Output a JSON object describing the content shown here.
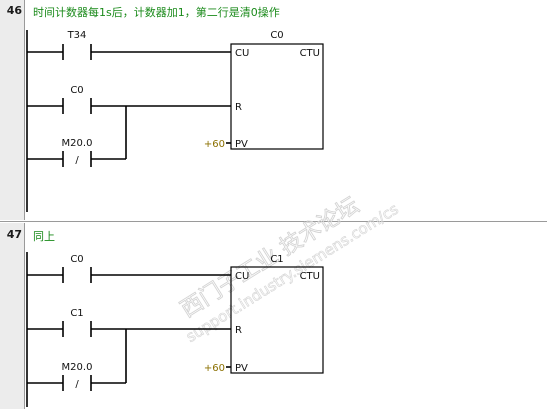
{
  "networks": [
    {
      "number": "46",
      "comment": "时间计数器每1s后，计数器加1，第二行是清0操作",
      "contacts": [
        {
          "operand": "T34",
          "type": "normally-open"
        },
        {
          "operand": "C0",
          "type": "normally-open"
        },
        {
          "operand": "M20.0",
          "type": "normally-closed",
          "symbol": "/"
        }
      ],
      "box": {
        "name": "C0",
        "pins": {
          "cu": "CU",
          "ctu": "CTU",
          "r": "R",
          "pv": "PV"
        },
        "pv_value": "+60"
      }
    },
    {
      "number": "47",
      "comment": "同上",
      "contacts": [
        {
          "operand": "C0",
          "type": "normally-open"
        },
        {
          "operand": "C1",
          "type": "normally-open"
        },
        {
          "operand": "M20.0",
          "type": "normally-closed",
          "symbol": "/"
        }
      ],
      "box": {
        "name": "C1",
        "pins": {
          "cu": "CU",
          "ctu": "CTU",
          "r": "R",
          "pv": "PV"
        },
        "pv_value": "+60"
      }
    }
  ],
  "watermark": {
    "chinese": "西门子工业 技术论坛",
    "url": "support.industry.siemens.com/cs"
  }
}
